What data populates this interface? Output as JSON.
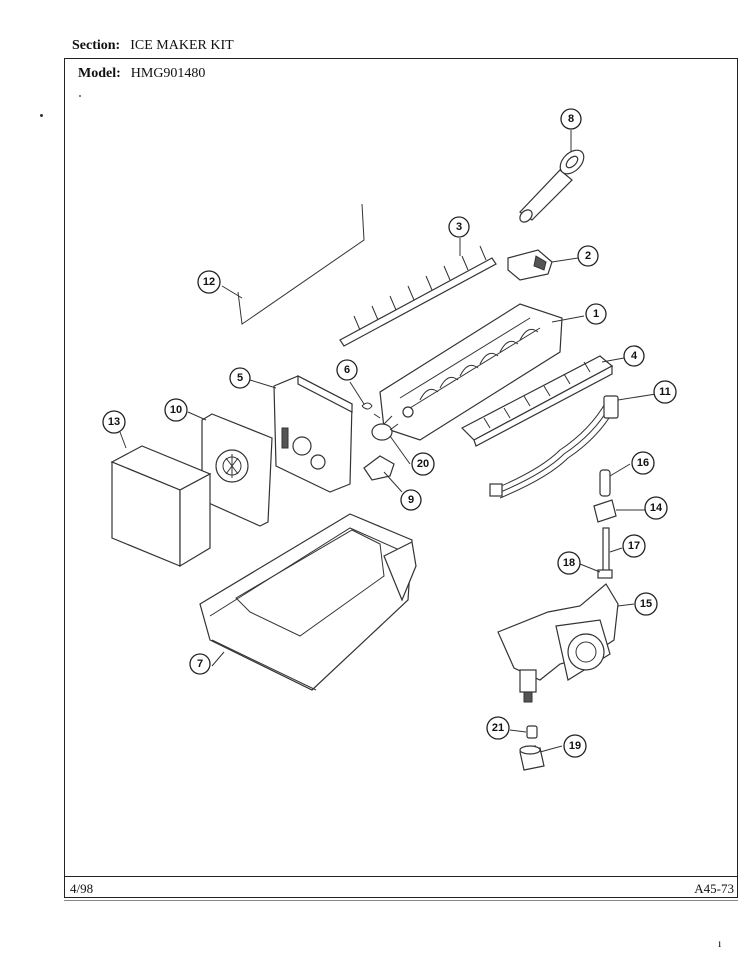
{
  "header": {
    "section_label": "Section:",
    "section_value": "ICE MAKER KIT",
    "model_label": "Model:",
    "model_value": "HMG901480"
  },
  "footer": {
    "date": "4/98",
    "code": "A45-73"
  },
  "stray_mark": "ı",
  "callouts": [
    "1",
    "2",
    "3",
    "4",
    "5",
    "6",
    "7",
    "8",
    "9",
    "10",
    "11",
    "12",
    "13",
    "14",
    "15",
    "16",
    "17",
    "18",
    "19",
    "20",
    "21"
  ]
}
